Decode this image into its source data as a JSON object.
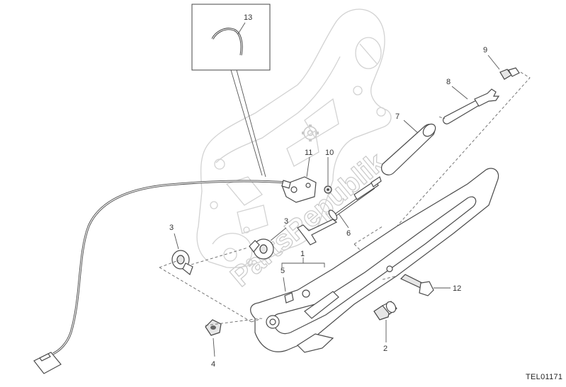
{
  "diagram": {
    "reference_code": "TEL01171",
    "watermark": "PartsRepublik",
    "callouts": [
      {
        "id": "c1",
        "label": "1"
      },
      {
        "id": "c2",
        "label": "2"
      },
      {
        "id": "c3a",
        "label": "3"
      },
      {
        "id": "c3b",
        "label": "3"
      },
      {
        "id": "c4",
        "label": "4"
      },
      {
        "id": "c5",
        "label": "5"
      },
      {
        "id": "c6",
        "label": "6"
      },
      {
        "id": "c7",
        "label": "7"
      },
      {
        "id": "c8",
        "label": "8"
      },
      {
        "id": "c9",
        "label": "9"
      },
      {
        "id": "c10",
        "label": "10"
      },
      {
        "id": "c11",
        "label": "11"
      },
      {
        "id": "c12",
        "label": "12"
      },
      {
        "id": "c13",
        "label": "13"
      }
    ]
  }
}
